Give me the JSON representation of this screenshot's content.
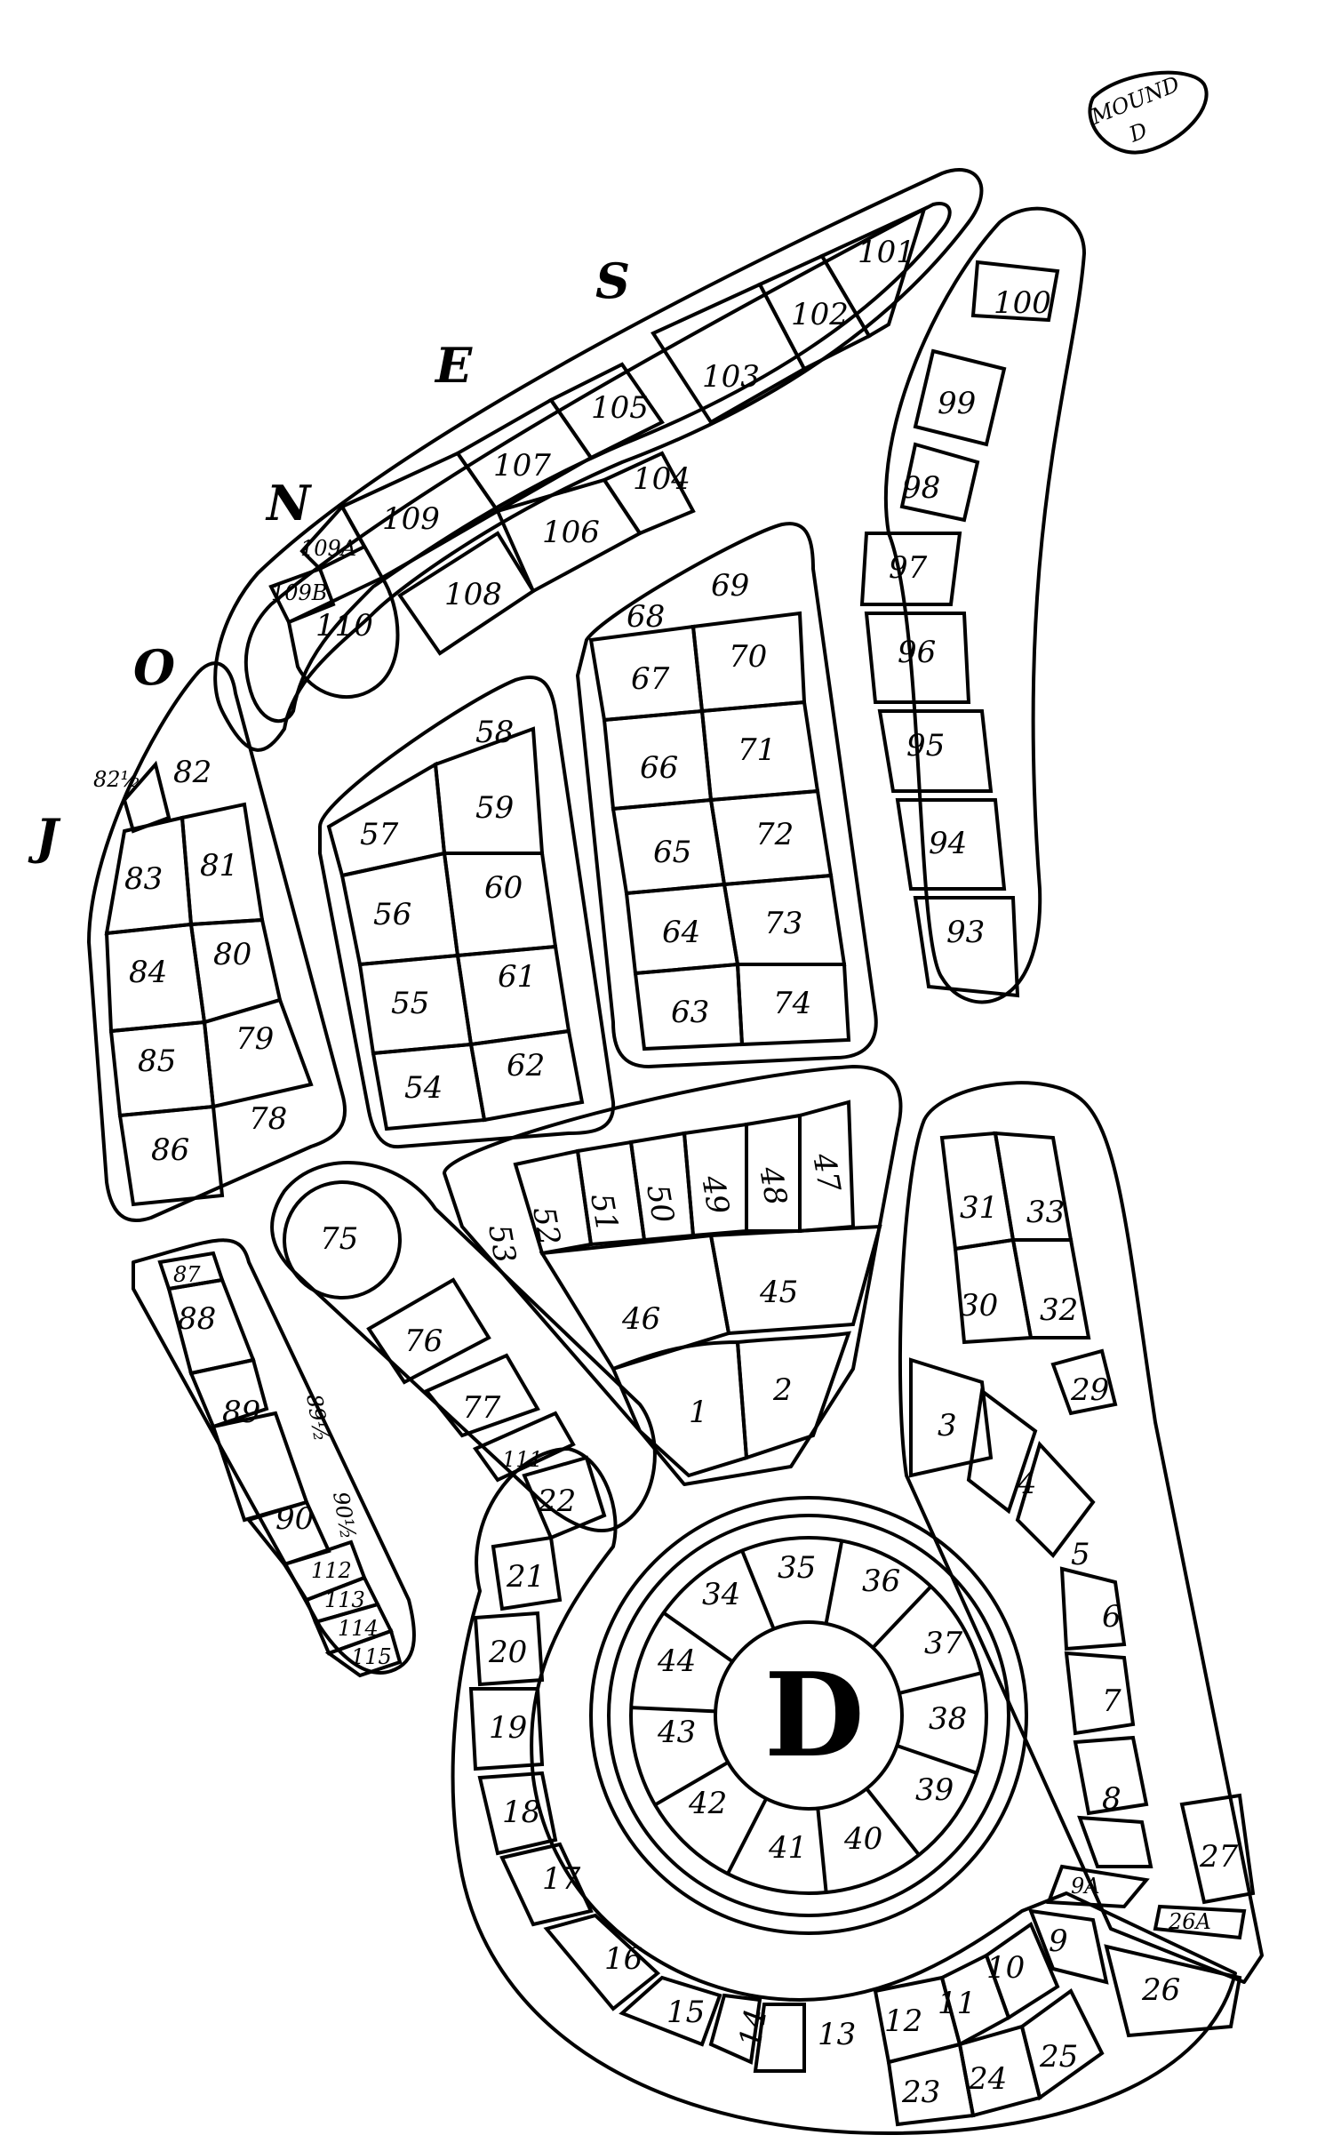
{
  "street_letters": [
    "J",
    "O",
    "N",
    "E",
    "S"
  ],
  "mound": {
    "line1": "MOUND",
    "line2": "D"
  },
  "center_label": "D",
  "lots": [
    "101",
    "102",
    "103",
    "104",
    "105",
    "106",
    "107",
    "108",
    "109",
    "109A",
    "109B",
    "110",
    "100",
    "99",
    "98",
    "97",
    "96",
    "95",
    "94",
    "93",
    "67",
    "68",
    "69",
    "70",
    "71",
    "66",
    "72",
    "65",
    "73",
    "64",
    "74",
    "63",
    "57",
    "58",
    "59",
    "56",
    "60",
    "55",
    "61",
    "54",
    "62",
    "82",
    "82½",
    "81",
    "83",
    "84",
    "80",
    "85",
    "79",
    "86",
    "78",
    "53",
    "52",
    "51",
    "50",
    "49",
    "48",
    "47",
    "46",
    "45",
    "1",
    "2",
    "75",
    "76",
    "77",
    "111",
    "87",
    "88",
    "89",
    "89½",
    "90",
    "90½",
    "112",
    "113",
    "114",
    "115",
    "31",
    "33",
    "30",
    "32",
    "29",
    "3",
    "4",
    "5",
    "6",
    "7",
    "8",
    "9A",
    "9",
    "27",
    "26A",
    "26",
    "34",
    "35",
    "36",
    "37",
    "38",
    "39",
    "40",
    "41",
    "42",
    "43",
    "44",
    "22",
    "21",
    "20",
    "19",
    "18",
    "17",
    "16",
    "15",
    "14",
    "13",
    "12",
    "11",
    "10",
    "23",
    "24",
    "25"
  ]
}
